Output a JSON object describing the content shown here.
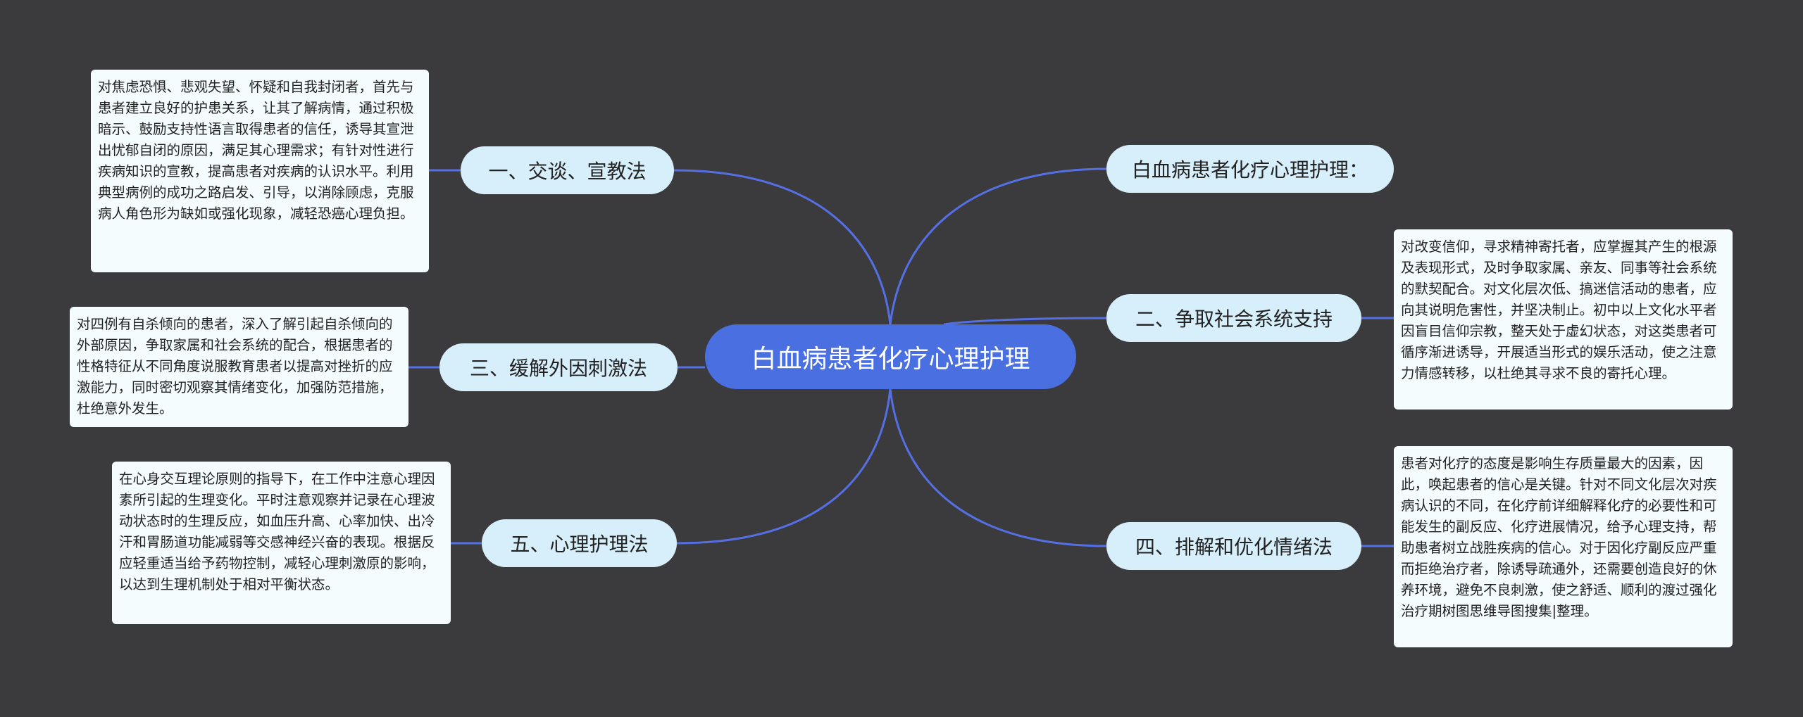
{
  "root": "白血病患者化疗心理护理",
  "topics": {
    "t1": "一、交谈、宣教法",
    "t2": "三、缓解外因刺激法",
    "t3": "五、心理护理法",
    "t4": "白血病患者化疗心理护理：",
    "t5": "二、争取社会系统支持",
    "t6": "四、排解和优化情绪法"
  },
  "notes": {
    "n1": "对焦虑恐惧、悲观失望、怀疑和自我封闭者，首先与患者建立良好的护患关系，让其了解病情，通过积极暗示、鼓励支持性语言取得患者的信任，诱导其宣泄出忧郁自闭的原因，满足其心理需求；有针对性进行疾病知识的宣教，提高患者对疾病的认识水平。利用典型病例的成功之路启发、引导，以消除顾虑，克服病人角色形为缺如或强化现象，减轻恐癌心理负担。",
    "n2": "对四例有自杀倾向的患者，深入了解引起自杀倾向的外部原因，争取家属和社会系统的配合，根据患者的性格特征从不同角度说服教育患者以提高对挫折的应激能力，同时密切观察其情绪变化，加强防范措施，杜绝意外发生。",
    "n3": "在心身交互理论原则的指导下，在工作中注意心理因素所引起的生理变化。平时注意观察并记录在心理波动状态时的生理反应，如血压升高、心率加快、出冷汗和胃肠道功能减弱等交感神经兴奋的表现。根据反应轻重适当给予药物控制，减轻心理刺激原的影响，以达到生理机制处于相对平衡状态。",
    "n4": "对改变信仰，寻求精神寄托者，应掌握其产生的根源及表现形式，及时争取家属、亲友、同事等社会系统的默契配合。对文化层次低、搞迷信活动的患者，应向其说明危害性，并坚决制止。初中以上文化水平者因盲目信仰宗教，整天处于虚幻状态，对这类患者可循序渐进诱导，开展适当形式的娱乐活动，使之注意力情感转移，以杜绝其寻求不良的寄托心理。",
    "n5": "患者对化疗的态度是影响生存质量最大的因素，因此，唤起患者的信心是关键。针对不同文化层次对疾病认识的不同，在化疗前详细解释化疗的必要性和可能发生的副反应、化疗进展情况，给予心理支持，帮助患者树立战胜疾病的信心。对于因化疗副反应严重而拒绝治疗者，除诱导疏通外，还需要创造良好的休养环境，避免不良刺激，使之舒适、顺利的渡过强化治疗期树图思维导图搜集|整理。"
  },
  "colors": {
    "background": "#3b3a3d",
    "connector": "#5470e4",
    "root_fill": "#4a6fe0",
    "topic_fill": "#d7eefb",
    "note_fill": "#f4fcfd"
  }
}
